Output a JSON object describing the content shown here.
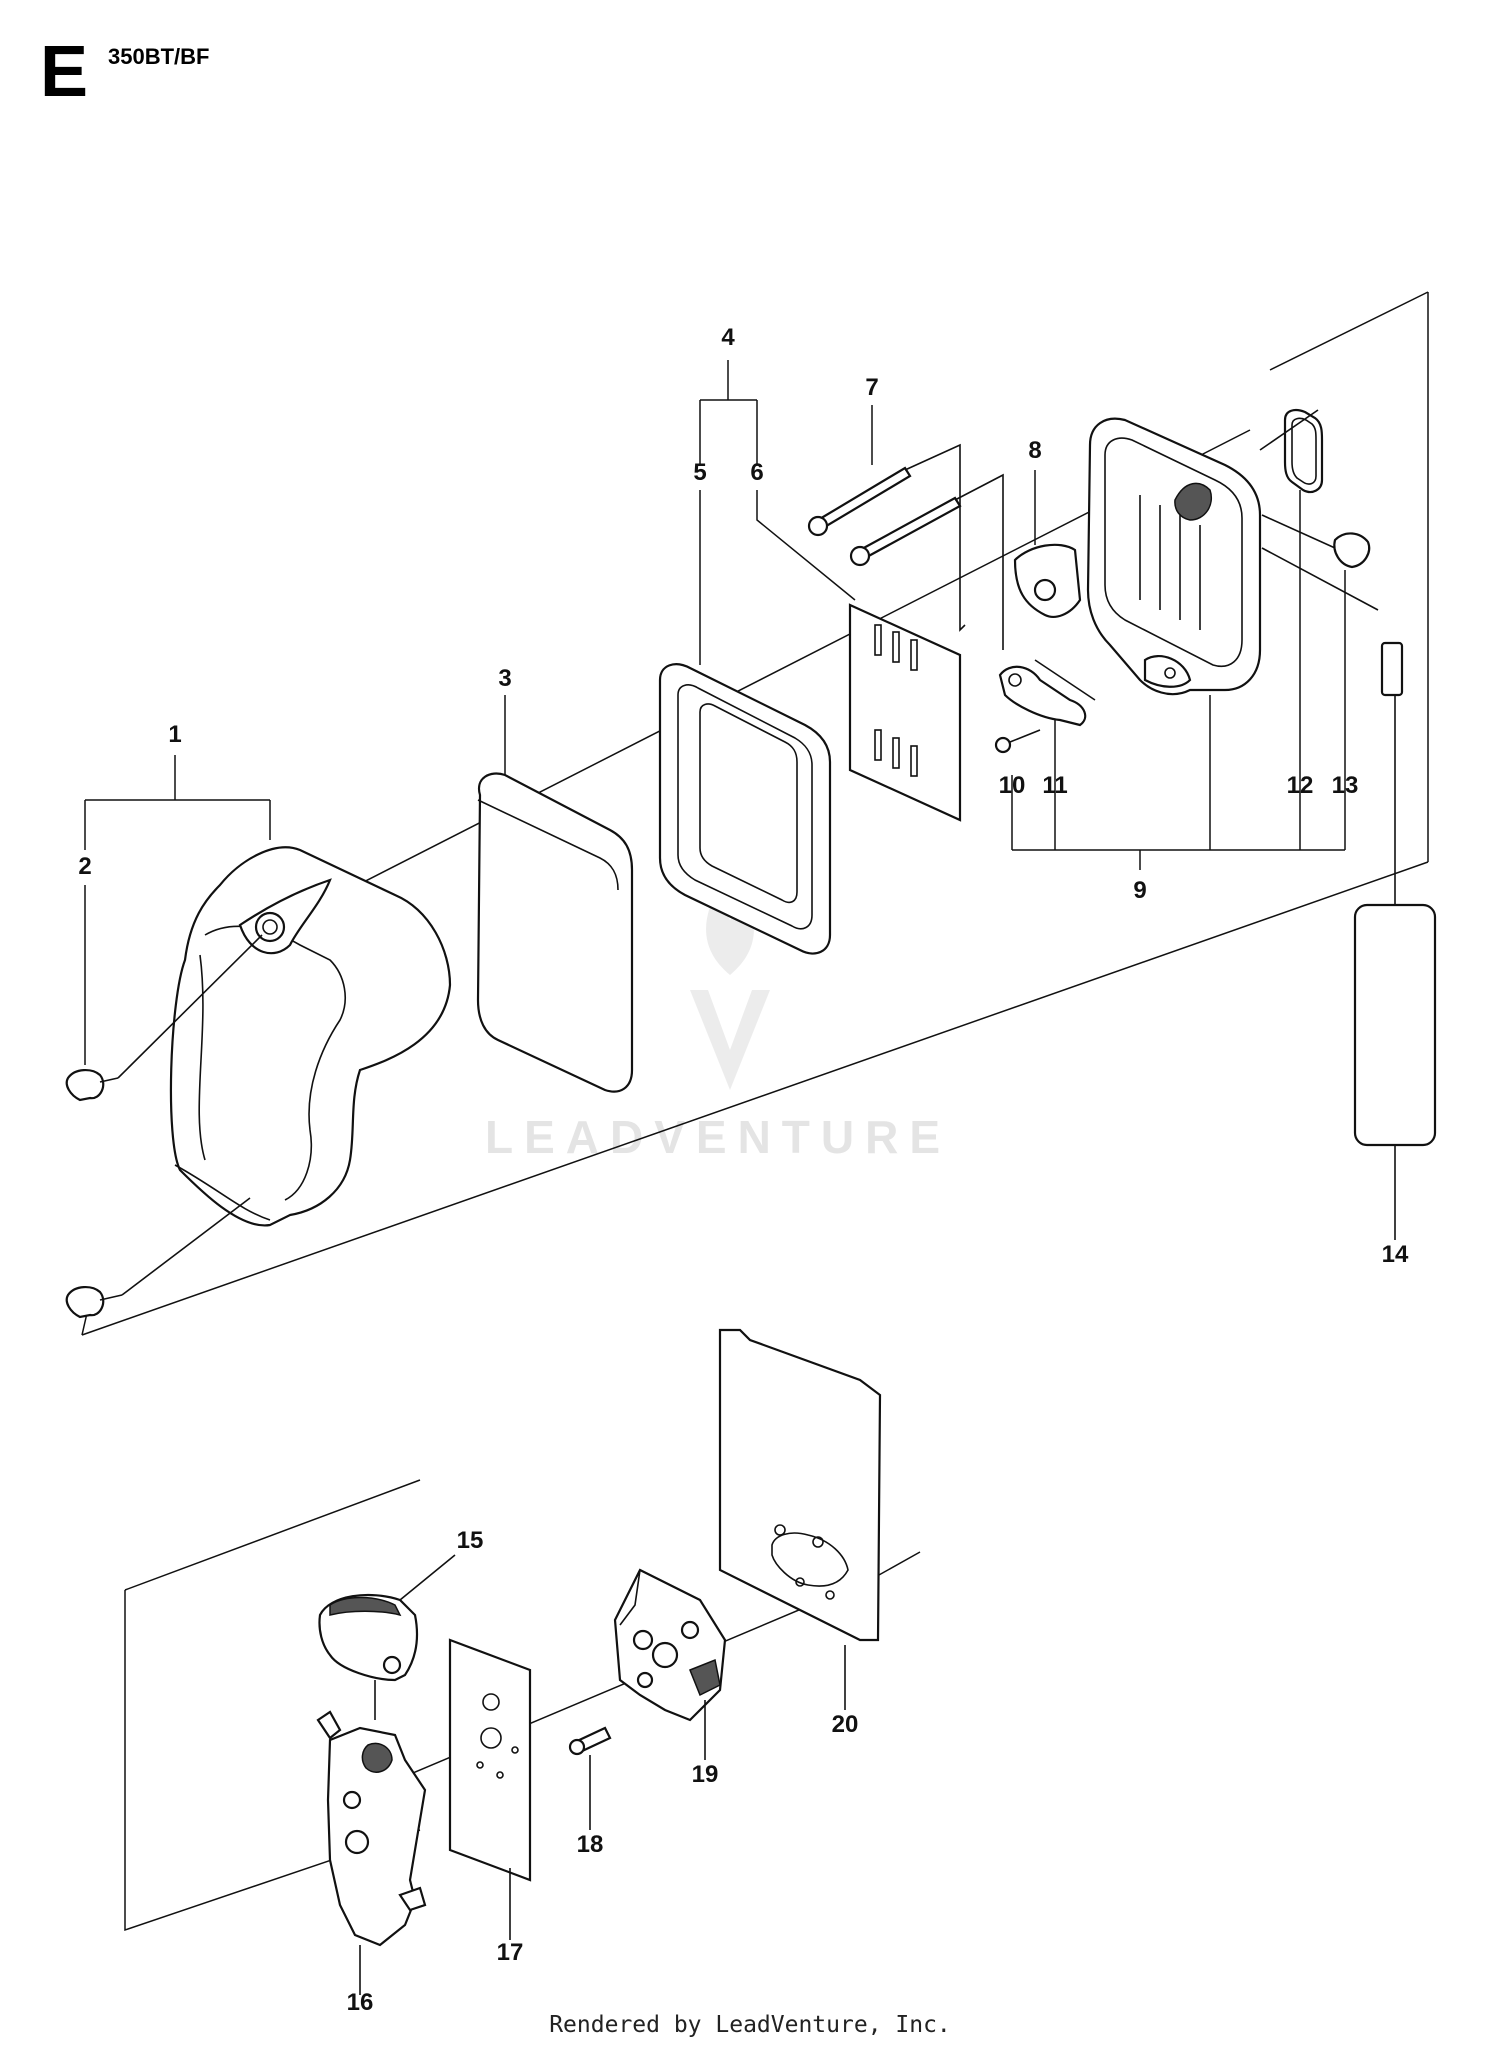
{
  "header": {
    "section_letter": "E",
    "model": "350BT/BF"
  },
  "footer": {
    "rendered_by": "Rendered by LeadVenture, Inc."
  },
  "watermark": {
    "text": "LEADVENTURE"
  },
  "callouts": [
    "1",
    "2",
    "3",
    "4",
    "5",
    "6",
    "7",
    "8",
    "9",
    "10",
    "11",
    "12",
    "13",
    "14",
    "15",
    "16",
    "17",
    "18",
    "19",
    "20"
  ]
}
